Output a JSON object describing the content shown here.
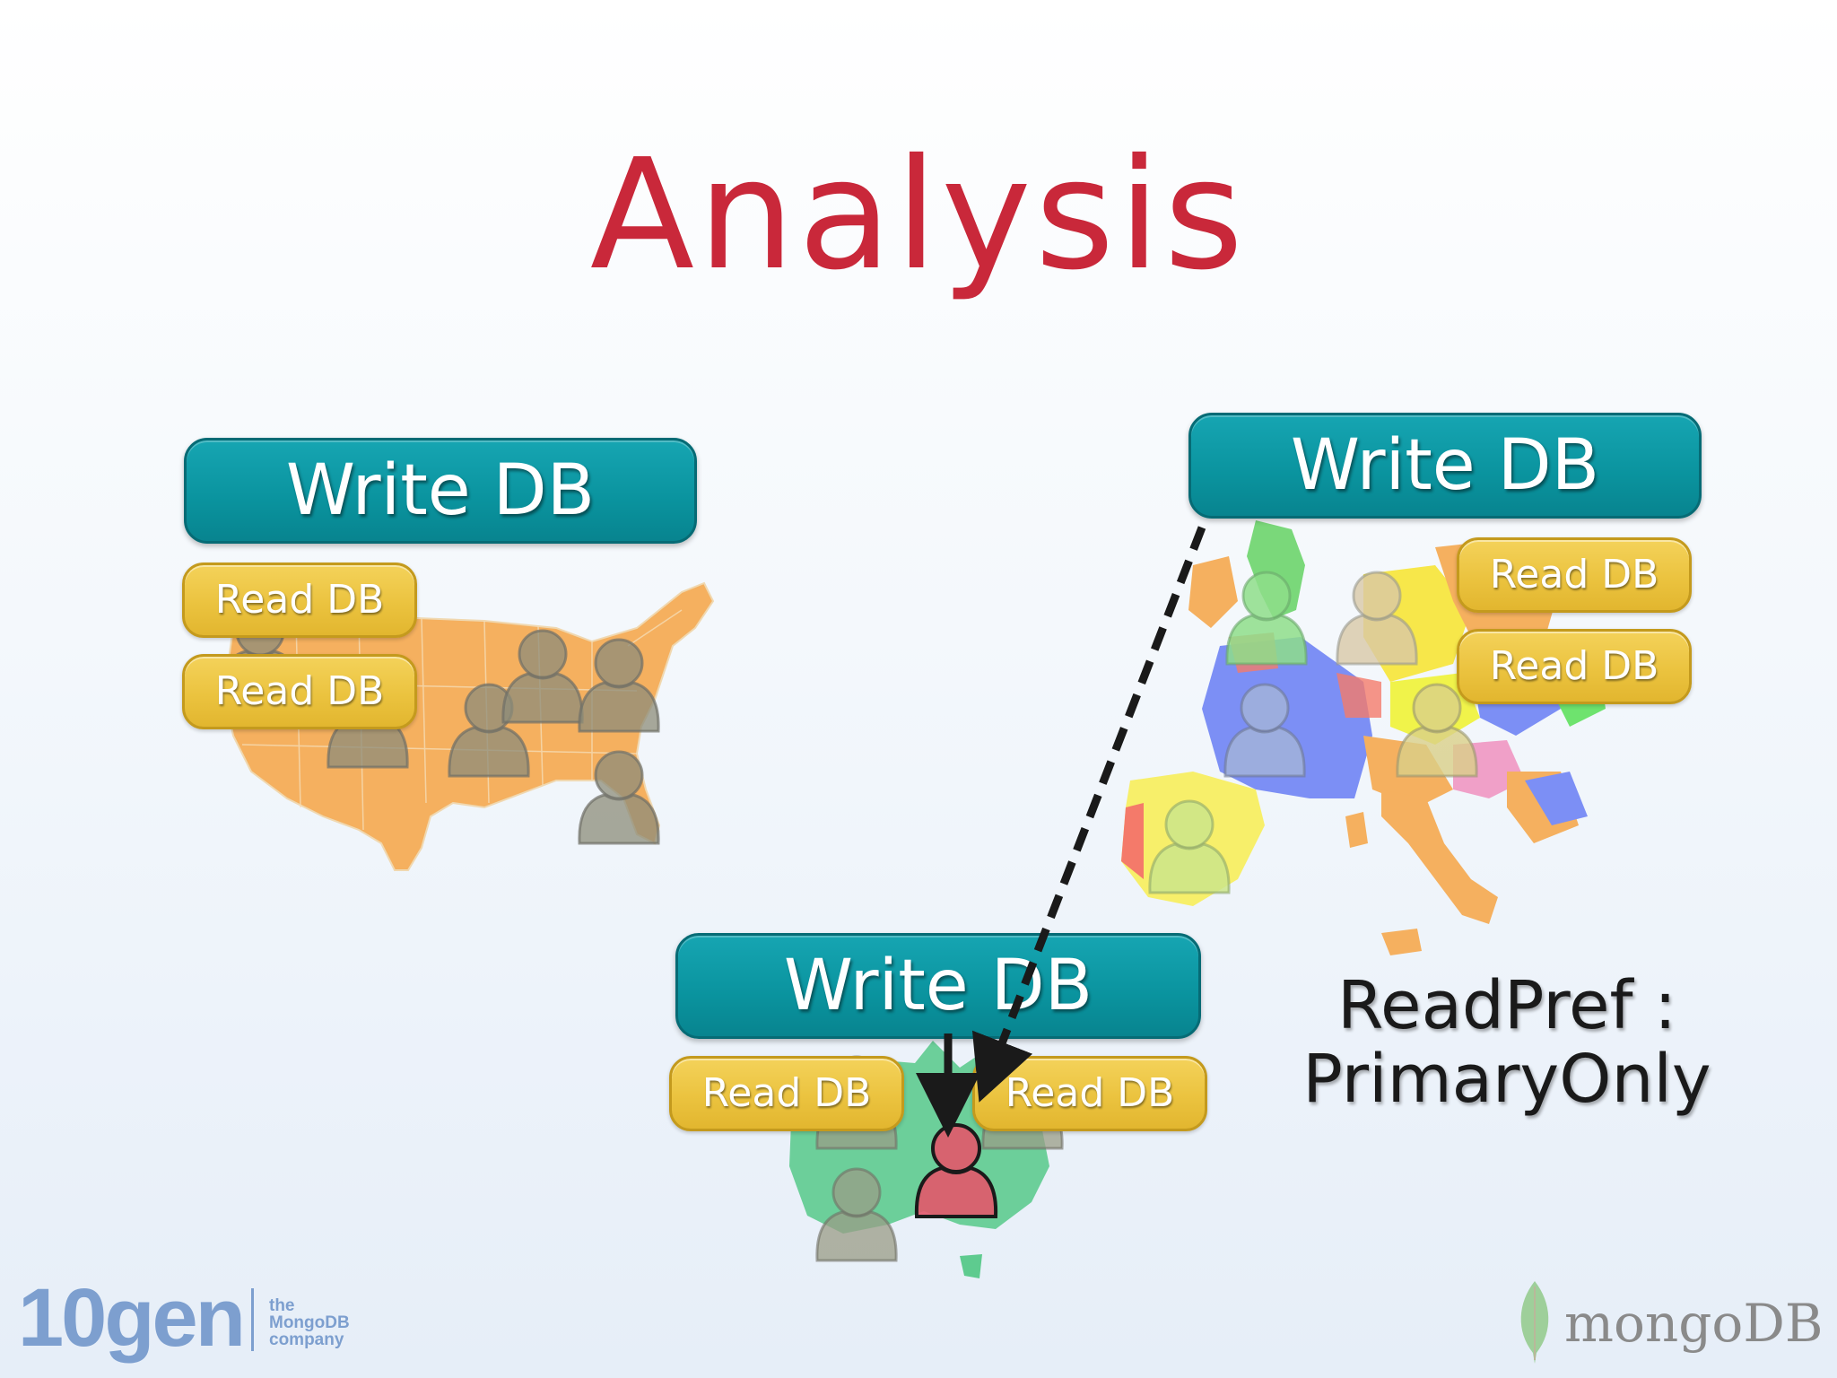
{
  "title": "Analysis",
  "regions": {
    "north_america": {
      "write_db": "Write DB",
      "read_dbs": [
        "Read DB",
        "Read DB"
      ]
    },
    "europe": {
      "write_db": "Write DB",
      "read_dbs": [
        "Read DB",
        "Read DB"
      ]
    },
    "australia": {
      "write_db": "Write DB",
      "read_dbs": [
        "Read DB",
        "Read DB"
      ]
    }
  },
  "read_pref": {
    "line1": "ReadPref :",
    "line2": "PrimaryOnly"
  },
  "logos": {
    "tengen": {
      "mark": "10gen",
      "tagline": [
        "the",
        "MongoDB",
        "company"
      ]
    },
    "mongodb": {
      "wordmark": "mongoDB"
    }
  },
  "colors": {
    "title": "#c9283a",
    "write_db": "#0a9aa6",
    "read_db": "#ebc33f",
    "user_highlight": "#e3566a",
    "usa_map": "#f5b05f",
    "australia_map": "#5ecb8f"
  }
}
